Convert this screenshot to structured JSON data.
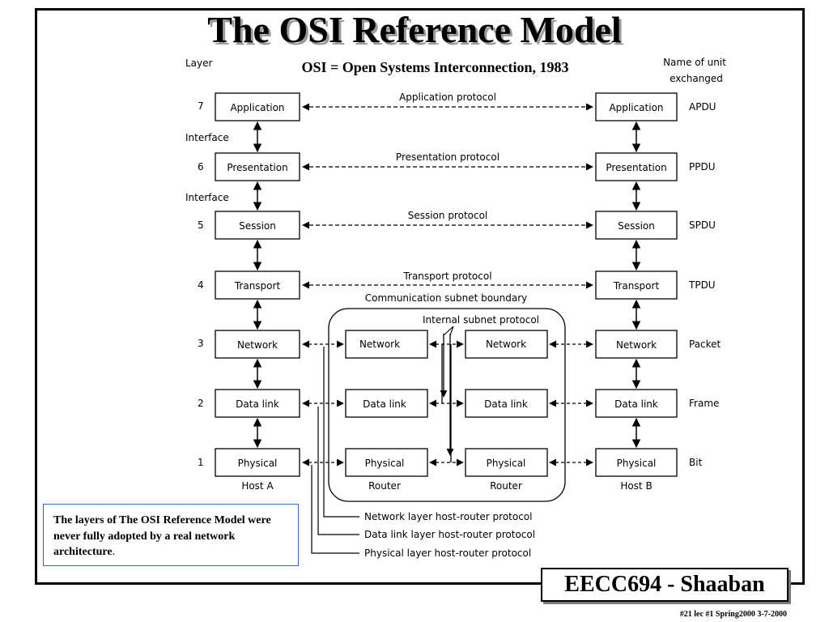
{
  "title": "The OSI Reference Model",
  "subtitle": "OSI  = Open Systems Interconnection, 1983",
  "header_layer": "Layer",
  "header_unit_line1": "Name of unit",
  "header_unit_line2": "exchanged",
  "layers": [
    {
      "number": "7",
      "host": "Application",
      "unit": "APDU",
      "protocol": "Application protocol"
    },
    {
      "number": "6",
      "host": "Presentation",
      "unit": "PPDU",
      "protocol": "Presentation protocol"
    },
    {
      "number": "5",
      "host": "Session",
      "unit": "SPDU",
      "protocol": "Session protocol"
    },
    {
      "number": "4",
      "host": "Transport",
      "unit": "TPDU",
      "protocol": "Transport protocol"
    },
    {
      "number": "3",
      "host": "Network",
      "unit": "Packet"
    },
    {
      "number": "2",
      "host": "Data link",
      "unit": "Frame"
    },
    {
      "number": "1",
      "host": "Physical",
      "unit": "Bit"
    }
  ],
  "interface_labels": [
    "Interface",
    "Interface"
  ],
  "subnet_boundary_label": "Communication subnet boundary",
  "internal_subnet_protocol": "Internal subnet protocol",
  "router_label": "Router",
  "host_a": "Host A",
  "host_b": "Host B",
  "host_router_protocols": [
    "Network layer host-router protocol",
    "Data link layer host-router protocol",
    "Physical layer host-router protocol"
  ],
  "note": {
    "text": "The layers of The OSI Reference Model were never fully adopted  by a real network architecture",
    "punct": "."
  },
  "footer": {
    "label": "EECC694 - Shaaban",
    "meta": "#21  lec #1   Spring2000   3-7-2000"
  }
}
